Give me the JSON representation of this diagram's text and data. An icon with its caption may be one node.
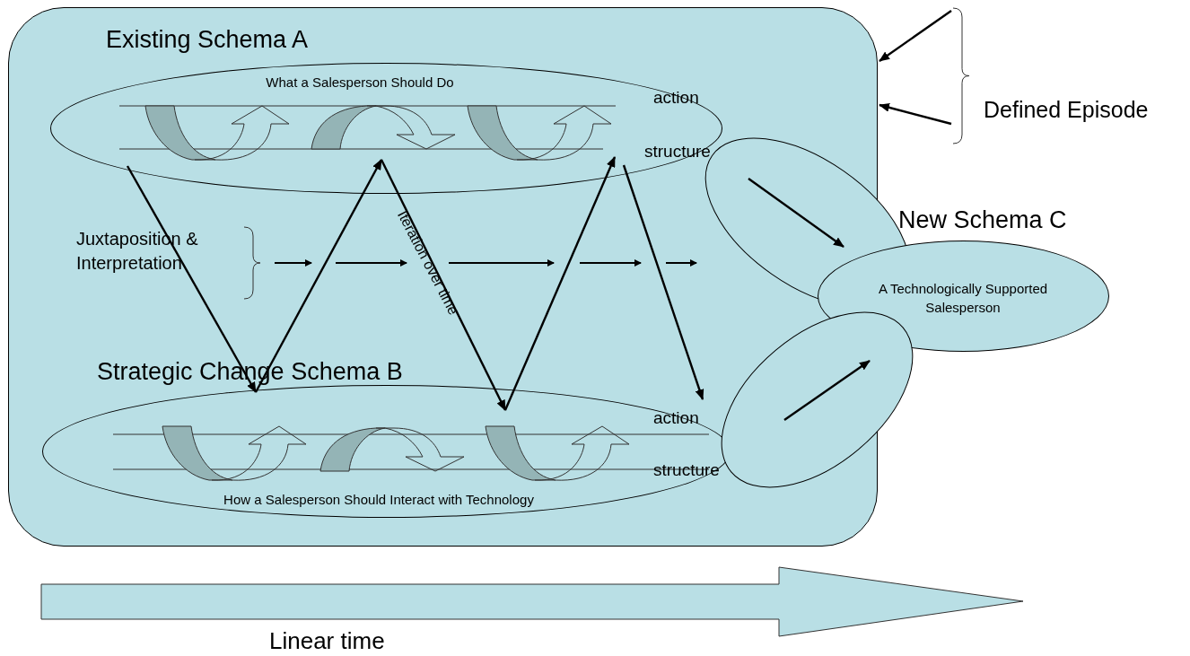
{
  "diagram": {
    "nodes": [
      {
        "text": [],
        "shape": "box"
      },
      {
        "text": [
          "Defined Episode"
        ]
      },
      {
        "text": [
          "Existing Schema A",
          "What a Salesperson Should Do"
        ],
        "in": 0
      },
      {
        "text": [
          "Strategic Change Schema B",
          "How a Salesperson Should Interact with Technology"
        ],
        "in": 0
      },
      {
        "text": [],
        "shape": "ellipse"
      },
      {
        "text": [
          "New Schema C",
          "A Technologically Supported Salesperson"
        ]
      },
      {
        "text": [],
        "shape": "ellipse"
      }
    ],
    "edges": [
      {
        "from": 1,
        "to": 0,
        "arrow": "to"
      },
      {
        "from": 1,
        "to": 0,
        "arrow": "to"
      },
      {
        "from": 2,
        "to": 3,
        "arrow": "to"
      },
      {
        "from": 3,
        "to": 2,
        "arrow": "to"
      },
      {
        "from": 2,
        "to": 3,
        "label": "Iteration over time",
        "arrow": "to"
      },
      {
        "from": 3,
        "to": 2,
        "arrow": "to"
      },
      {
        "from": 2,
        "to": 3,
        "arrow": "to"
      },
      {
        "from": 4,
        "to": 5,
        "arrow": "to"
      },
      {
        "from": 6,
        "to": 5,
        "arrow": "to"
      }
    ],
    "labels": [
      "action",
      "structure",
      "Juxtaposition & Interpretation",
      "action",
      "structure",
      "Linear time"
    ]
  }
}
